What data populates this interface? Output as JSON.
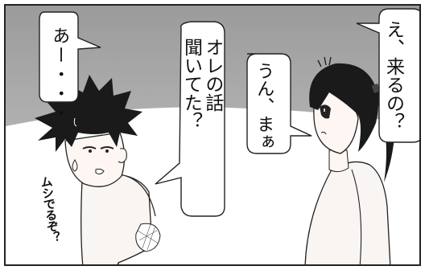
{
  "speech": {
    "boy_ah": "あー・・・",
    "boy_question": [
      "オレの話",
      "聞いてた？"
    ],
    "girl_reply": "うん、まぁ",
    "girl_question": "え、来るの？",
    "boy_aside": "ムシでるぞ？"
  },
  "colors": {
    "sky_top": "#9e9e9e",
    "ground": "#ffffff",
    "hair": "#1a1a1a",
    "skin": "#fdf6f2",
    "shirt": "#f9f5f3",
    "outline": "#222222"
  }
}
